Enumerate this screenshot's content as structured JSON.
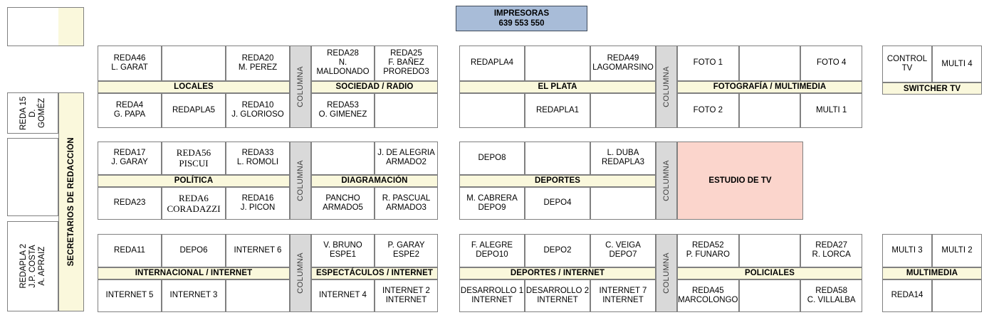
{
  "printers": {
    "title": "IMPRESORAS",
    "codes": "639  553  550"
  },
  "top_left_box": {
    "name": "empty-box",
    "text": ""
  },
  "sidebar": {
    "label": "SECRETARIOS DE REDACCIÓN",
    "cells": [
      {
        "text": "REDA 15\nD. GOMÉZ"
      },
      {
        "text": ""
      },
      {
        "text": "REDAPLA 2\nJ.P. COSTA\nA. APRAIZ"
      }
    ]
  },
  "columna_label": "COLUMNA",
  "studio": {
    "label": "ESTUDIO DE TV"
  },
  "groups": [
    {
      "id": "locales",
      "label": "LOCALES",
      "top": [
        "REDA46\nL. GARAT",
        "",
        "REDA20\nM. PEREZ"
      ],
      "bottom": [
        "REDA4\nG. PAPA",
        "REDAPLA5",
        "REDA10\nJ. GLORIOSO"
      ]
    },
    {
      "id": "sociedad-radio",
      "label": "SOCIEDAD / RADIO",
      "top": [
        "REDA28\nN. MALDONADO",
        "REDA25\nF. BAÑEZ\nPROREDO3"
      ],
      "bottom": [
        "REDA53\nO. GIMENEZ",
        ""
      ]
    },
    {
      "id": "el-plata",
      "label": "EL PLATA",
      "top": [
        "REDAPLA4",
        "",
        "REDA49\nLAGOMARSINO"
      ],
      "bottom": [
        "",
        "REDAPLA1",
        ""
      ]
    },
    {
      "id": "fotografia-multimedia",
      "label": "FOTOGRAFÍA / MULTIMEDIA",
      "top": [
        "FOTO 1",
        "",
        "FOTO 4"
      ],
      "bottom": [
        "FOTO 2",
        "",
        "MULTI 1"
      ]
    },
    {
      "id": "switcher-tv",
      "label": "SWITCHER TV",
      "top": [
        "CONTROL TV",
        "MULTI 4"
      ],
      "bottom": []
    },
    {
      "id": "politica",
      "label": "POLÍTICA",
      "top": [
        "REDA17\nJ. GARAY",
        "REDA56\nPISCUI",
        "REDA33\nL. ROMOLI"
      ],
      "bottom": [
        "REDA23",
        "REDA6\nCORADAZZI",
        "REDA16\nJ. PICON"
      ]
    },
    {
      "id": "diagramacion",
      "label": "DIAGRAMACIÓN",
      "top": [
        "",
        "J. DE ALEGRIA\nARMADO2"
      ],
      "bottom": [
        "PANCHO\nARMADO5",
        "R. PASCUAL\nARMADO3"
      ]
    },
    {
      "id": "deportes",
      "label": "DEPORTES",
      "top": [
        "DEPO8",
        "",
        "L. DUBA\nREDAPLA3"
      ],
      "bottom": [
        "M. CABRERA\nDEPO9",
        "DEPO4",
        ""
      ]
    },
    {
      "id": "internacional-internet",
      "label": "INTERNACIONAL / INTERNET",
      "top": [
        "REDA11",
        "DEPO6",
        "INTERNET 6"
      ],
      "bottom": [
        "INTERNET 5",
        "INTERNET 3",
        ""
      ]
    },
    {
      "id": "espectaculos-internet",
      "label": "ESPECTÁCULOS / INTERNET",
      "top": [
        "V. BRUNO\nESPE1",
        "P. GARAY\nESPE2"
      ],
      "bottom": [
        "INTERNET 4",
        "INTERNET 2\nINTERNET"
      ]
    },
    {
      "id": "deportes-internet",
      "label": "DEPORTES / INTERNET",
      "top": [
        "F. ALEGRE\nDEPO10",
        "DEPO2",
        "C. VEIGA\nDEPO7"
      ],
      "bottom": [
        "DESARROLLO 1\nINTERNET",
        "DESARROLLO 2\nINTERNET",
        "INTERNET 7\nINTERNET"
      ]
    },
    {
      "id": "policiales",
      "label": "POLICIALES",
      "top": [
        "REDA52\nP. FUNARO",
        "",
        "REDA27\nR. LORCA"
      ],
      "bottom": [
        "REDA45\nMARCOLONGO",
        "",
        "REDA58\nC. VILLALBA"
      ]
    },
    {
      "id": "multimedia",
      "label": "MULTIMEDIA",
      "top": [
        "MULTI 3",
        "MULTI 2"
      ],
      "bottom": [
        "REDA14",
        ""
      ]
    }
  ],
  "colors": {
    "label_bar": "#faf8dc",
    "columna": "#d9d9d9",
    "printers": "#a8bcd8",
    "studio": "#fbd5cc",
    "border": "#808080"
  }
}
